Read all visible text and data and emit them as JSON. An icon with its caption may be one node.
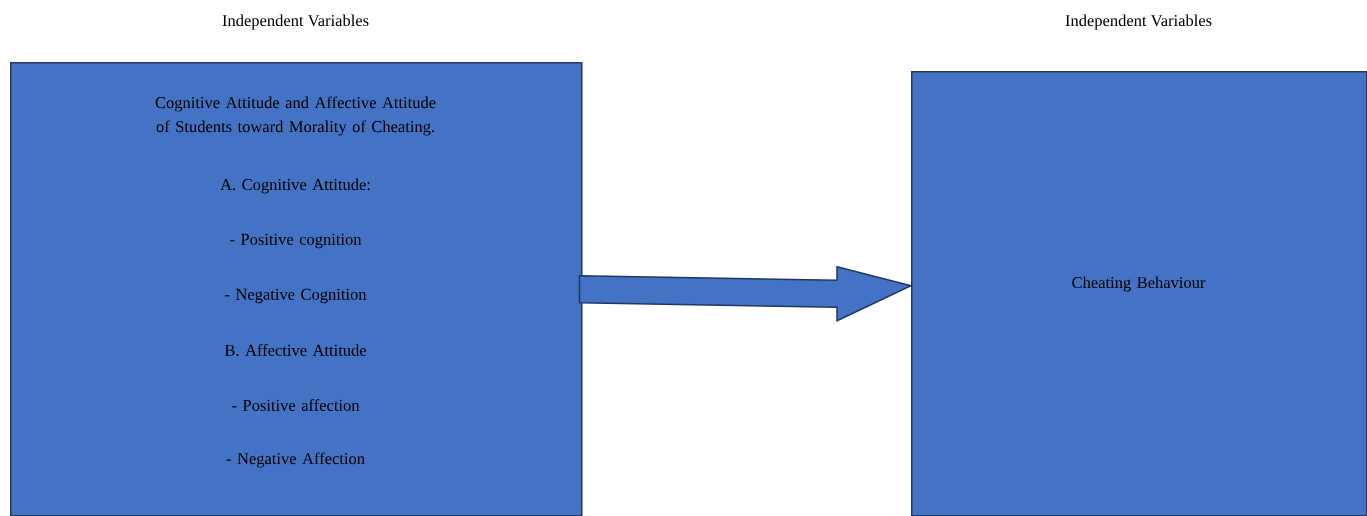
{
  "diagram": {
    "nodes": [
      {
        "text": [
          "Cognitive Attitude and Affective Attitude of Students toward Morality of Cheating.",
          "A. Cognitive Attitude:",
          "- Positive cognition",
          "- Negative Cognition",
          "B. Affective Attitude",
          "- Positive affection",
          "- Negative Affection"
        ],
        "beside": [
          "Independent Variables"
        ]
      },
      {
        "text": [
          "Cheating Behaviour"
        ],
        "beside": [
          "Independent Variables"
        ]
      }
    ],
    "edges": [
      {
        "from": 0,
        "to": 1,
        "arrow": "to",
        "style": "thick"
      }
    ]
  }
}
